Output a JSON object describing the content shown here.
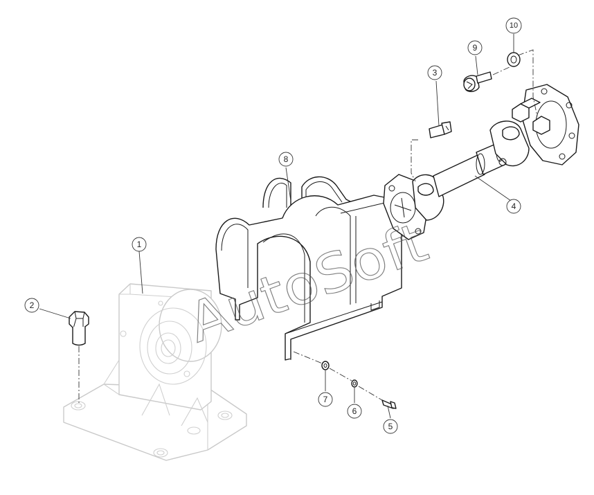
{
  "callouts": [
    {
      "id": "1",
      "label": "1",
      "part": "base-bracket"
    },
    {
      "id": "2",
      "label": "2",
      "part": "hex-bolt-large"
    },
    {
      "id": "3",
      "label": "3",
      "part": "hex-bolt-medium"
    },
    {
      "id": "4",
      "label": "4",
      "part": "cardan-shaft"
    },
    {
      "id": "5",
      "label": "5",
      "part": "screw-small"
    },
    {
      "id": "6",
      "label": "6",
      "part": "lock-washer"
    },
    {
      "id": "7",
      "label": "7",
      "part": "flat-washer"
    },
    {
      "id": "8",
      "label": "8",
      "part": "guard-cover"
    },
    {
      "id": "9",
      "label": "9",
      "part": "socket-head-screw"
    },
    {
      "id": "10",
      "label": "10",
      "part": "washer-large"
    }
  ],
  "watermark": {
    "text": "AutoSoft"
  },
  "colors": {
    "line": "#1a1a1a",
    "faded": "#c9c9c9",
    "background": "#ffffff"
  }
}
